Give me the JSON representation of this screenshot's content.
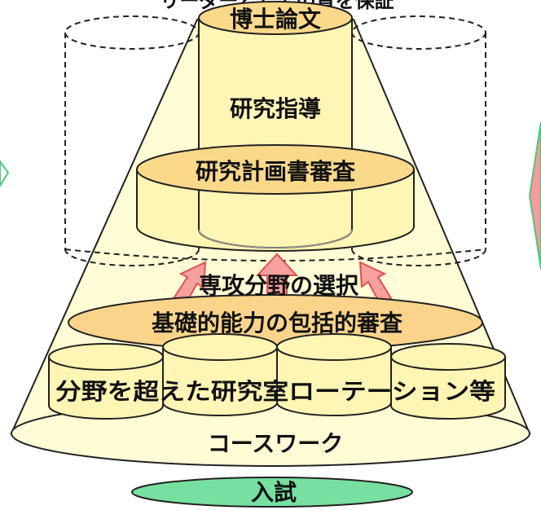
{
  "header_partial": "リーダーとしての質を保証",
  "labels": {
    "thesis": "博士論文",
    "guidance": "研究指導",
    "plan_review": "研究計画書審査",
    "specialty": "専攻分野の選択",
    "qualifying": "基礎的能力の包括的審査",
    "rotation": "分野を超えた研究室ローテーション等",
    "coursework": "コースワーク",
    "entrance": "入試"
  },
  "colors": {
    "cone_fill": "#FFFCD6",
    "cylinder_fill": "#FFF6B5",
    "ellipse_top": "#FBD98B",
    "qualifying_fill": "#FAD48A",
    "arrow_fill": "#F6A0A0",
    "arrow_stroke": "#E05050",
    "entrance_fill": "#77E0A0",
    "side_pink": "#F59AA0",
    "side_green": "#4CC77A"
  }
}
